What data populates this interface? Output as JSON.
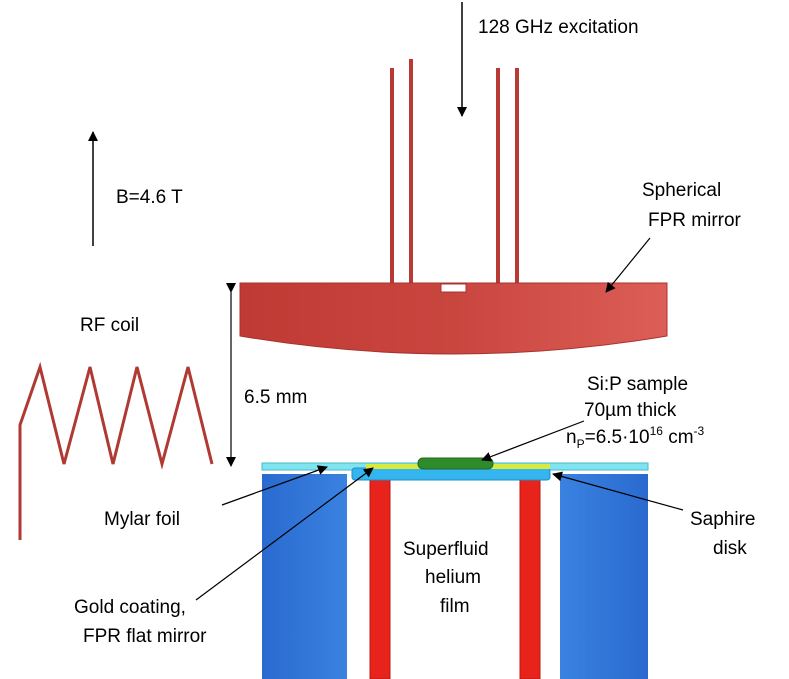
{
  "labels": {
    "excitation": "128 GHz excitation",
    "field": "B=4.6 T",
    "spherical_line1": "Spherical",
    "spherical_line2": "FPR mirror",
    "rf_coil": "RF coil",
    "distance": "6.5 mm",
    "sample_line1": "Si:P sample",
    "sample_line2": "70µm thick",
    "density_n": "n",
    "density_sub": "P",
    "density_mid": "=6.5·10",
    "density_exp": "16",
    "density_unit": " cm",
    "density_unit_exp": "-3",
    "mylar": "Mylar foil",
    "saphire_line1": "Saphire",
    "saphire_line2": "disk",
    "superfluid_line1": "Superfluid",
    "superfluid_line2": "helium",
    "superfluid_line3": "film",
    "gold_line1": "Gold coating,",
    "gold_line2": "FPR flat mirror"
  },
  "colors": {
    "mirror_red": "#c9463f",
    "mirror_red_light": "#d9574f",
    "waveguide_red": "#b83a35",
    "coil_red": "#b03a33",
    "block_blue": "#2e74d8",
    "block_blue_dark": "#1c5cbb",
    "saphire_blue": "#35b5ef",
    "mylar_cyan": "#7fe3f0",
    "gold_yellow": "#d8ea3e",
    "sample_green": "#2f8a2a",
    "tube_red": "#e8231b"
  }
}
